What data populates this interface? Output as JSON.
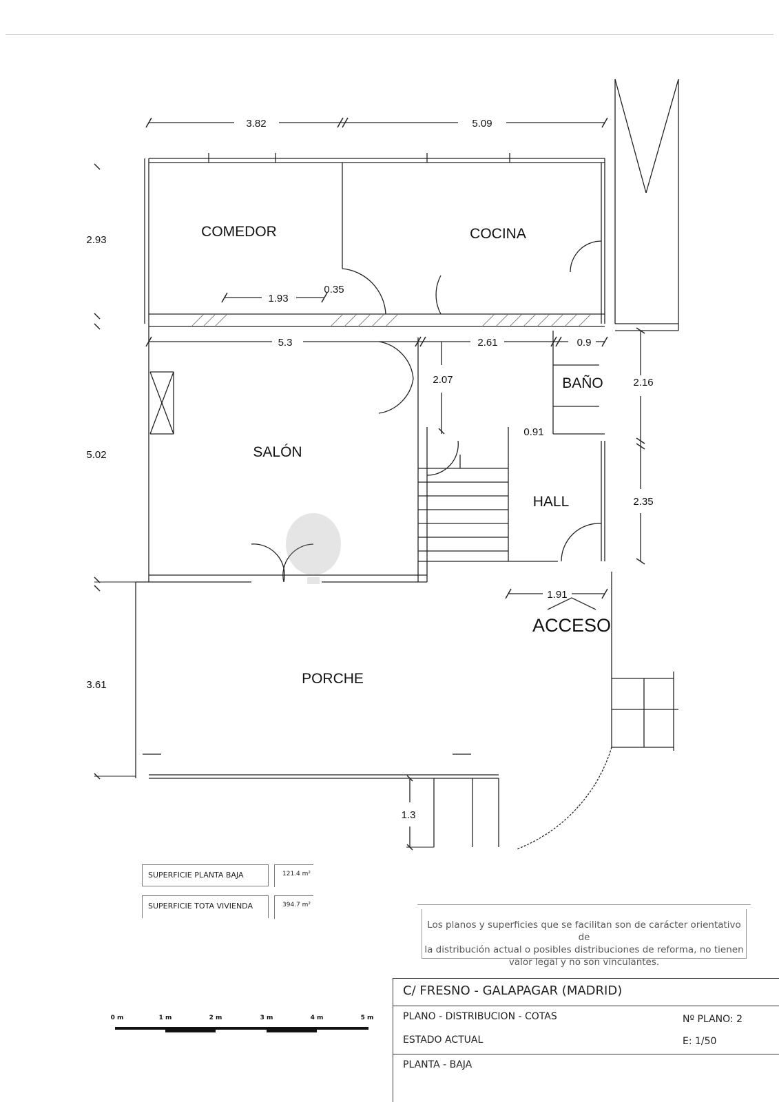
{
  "rooms": {
    "comedor": "COMEDOR",
    "cocina": "COCINA",
    "salon": "SALÓN",
    "bano": "BAÑO",
    "hall": "HALL",
    "porche": "PORCHE"
  },
  "access_label": "ACCESO",
  "dimensions": {
    "top_left": "3.82",
    "top_right": "5.09",
    "left_upper": "2.93",
    "left_middle": "5.02",
    "left_lower": "3.61",
    "wall_193": "1.93",
    "wall_035": "0.35",
    "mid_53": "5.3",
    "mid_261": "2.61",
    "mid_09": "0.9",
    "stair_207": "2.07",
    "bano_216": "2.16",
    "bano_091": "0.91",
    "hall_235": "2.35",
    "access_191": "1.91",
    "bottom_13": "1.3"
  },
  "surfaces": {
    "ground_label": "SUPERFICIE PLANTA BAJA",
    "ground_value": "121.4 m²",
    "total_label": "SUPERFICIE TOTA VIVIENDA",
    "total_value": "394.7 m²"
  },
  "disclaimer": {
    "line1": "Los planos y superficies que se facilitan son de carácter orientativo de",
    "line2": "la distribución actual o posibles distribuciones de reforma, no tienen",
    "line3": "valor legal y no son vinculantes."
  },
  "scale_bar": {
    "ticks": [
      "0 m",
      "1 m",
      "2 m",
      "3 m",
      "4 m",
      "5 m"
    ]
  },
  "title_block": {
    "address": "C/  FRESNO - GALAPAGAR   (MADRID)",
    "plan_type": "PLANO   -  DISTRIBUCION - COTAS",
    "plan_number": "Nº PLANO:  2",
    "state": "ESTADO  ACTUAL",
    "scale": "E: 1/50",
    "floor": "PLANTA - BAJA"
  }
}
